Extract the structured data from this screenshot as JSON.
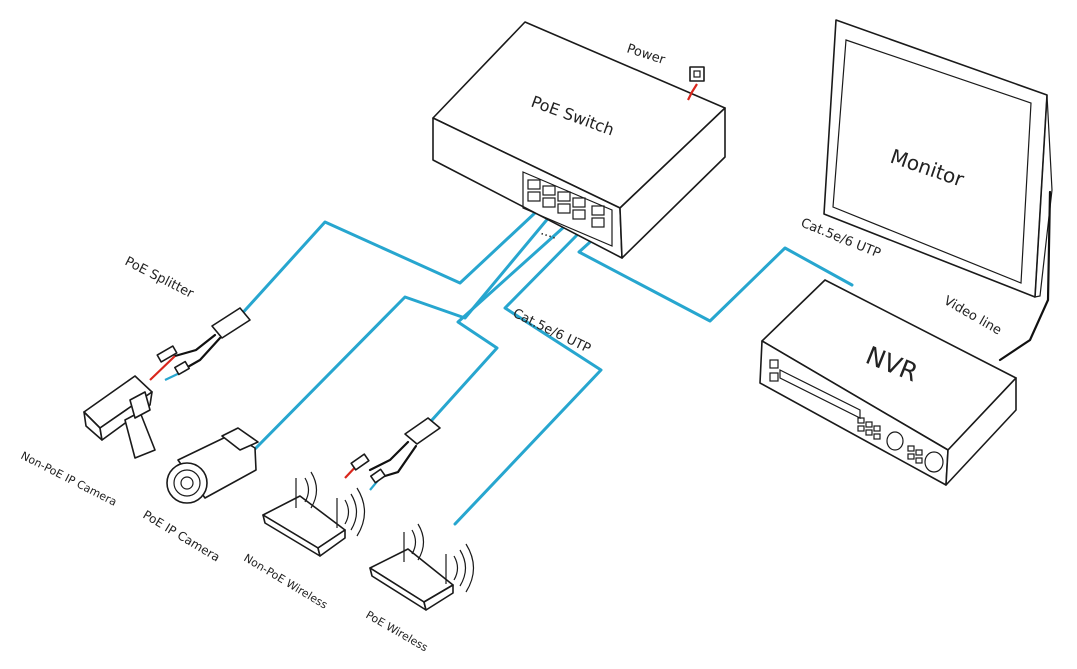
{
  "labels": {
    "poe_switch": "PoE  Switch",
    "power": "Power",
    "monitor": "Monitor",
    "nvr": "NVR",
    "video_line": "Video line",
    "cat_top": "Cat.5e/6 UTP",
    "cat_mid": "Cat.5e/6 UTP",
    "poe_splitter": "PoE Splitter",
    "non_poe_ip_camera": "Non-PoE IP Camera",
    "poe_ip_camera": "PoE IP Camera",
    "non_poe_wireless": "Non-PoE Wireless",
    "poe_wireless": "PoE Wireless",
    "dots": "...."
  },
  "colors": {
    "cable": "#27a6cf",
    "power_wire": "#d9261c",
    "outline": "#1a1a1a"
  }
}
